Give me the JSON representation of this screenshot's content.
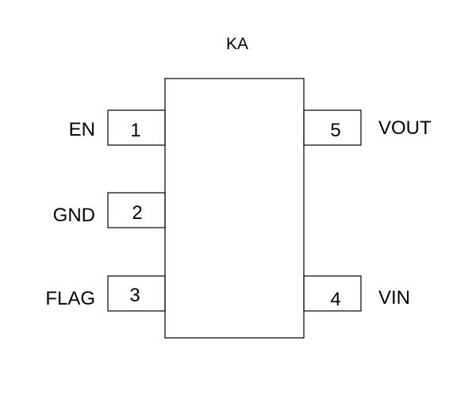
{
  "package": {
    "marking": "KA"
  },
  "pins": [
    {
      "number": "1",
      "name": "EN"
    },
    {
      "number": "2",
      "name": "GND"
    },
    {
      "number": "3",
      "name": "FLAG"
    },
    {
      "number": "4",
      "name": "VIN"
    },
    {
      "number": "5",
      "name": "VOUT"
    }
  ],
  "colors": {
    "stroke": "#000000",
    "background": "#ffffff"
  }
}
